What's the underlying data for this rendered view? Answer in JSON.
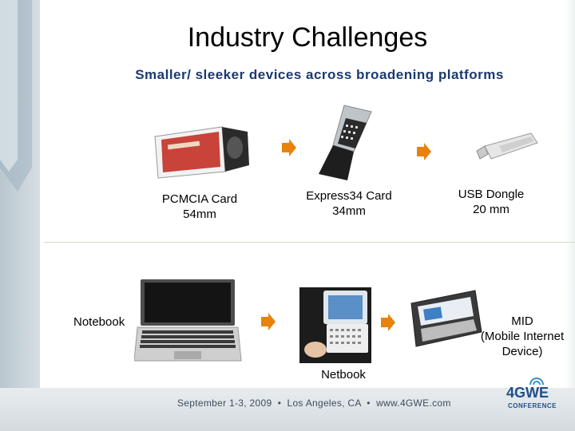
{
  "slide": {
    "title": "Industry Challenges",
    "subtitle": "Smaller/ sleeker devices across broadening platforms"
  },
  "devices_top": [
    {
      "name": "PCMCIA Card",
      "size": "54mm"
    },
    {
      "name": "Express34 Card",
      "size": "34mm"
    },
    {
      "name": "USB Dongle",
      "size": "20 mm"
    }
  ],
  "devices_bottom": [
    {
      "name": "Notebook"
    },
    {
      "name": "Netbook"
    },
    {
      "name": "MID",
      "line2": "(Mobile Internet",
      "line3": "Device)"
    }
  ],
  "footer": {
    "text": "September 1-3, 2009  •  Los Angeles, CA  •  www.4GWE.com",
    "logo_line1": "4GWE",
    "logo_line2": "CONFERENCE"
  },
  "colors": {
    "title": "#000000",
    "subtitle": "#1b3970",
    "arrow": "#e8820c",
    "band": "#b9c6cf"
  }
}
